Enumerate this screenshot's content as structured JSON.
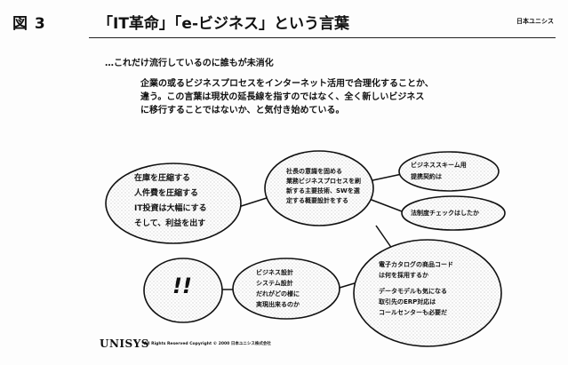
{
  "header": {
    "figure_label": "図 3",
    "title": "「IT革命」「e-ビジネス」という言葉",
    "corner_mark": "日本ユニシス"
  },
  "subtitle": "…これだけ流行しているのに誰もが未消化",
  "paragraph": [
    "企業の或るビジネスプロセスをインターネット活用で合理化することか、",
    "違う。この言葉は現状の延長線を指すのではなく、全く新しいビジネス",
    "に移行することではないか、と気付き始めている。"
  ],
  "nodes": {
    "left": [
      "在庫を圧縮する",
      "人件費を圧縮する",
      "IT投資は大幅にする",
      "そして、利益を出す"
    ],
    "center": [
      "社長の意識を固める",
      "業務ビジネスプロセスを刷",
      "新する主要技術、SWを選",
      "定する概要設計をする"
    ],
    "top_right_1": [
      "ビジネススキーム用",
      "提携契約は"
    ],
    "top_right_2": [
      "法制度チェックはしたか"
    ],
    "exclaim": "!!",
    "middle": [
      "ビジネス設計",
      "システム設計",
      "だれがどの様に",
      "実現出来るのか"
    ],
    "bottom_right": [
      "電子カタログの商品コード",
      "は何を採用するか",
      "データモデルも気になる",
      "取引先のERP対応は",
      "コールセンターも必要だ"
    ]
  },
  "footer": {
    "logo": "UNISYS",
    "copyright": "All Rights Reserved  Copyright © 2000 日本ユニシス株式会社"
  }
}
